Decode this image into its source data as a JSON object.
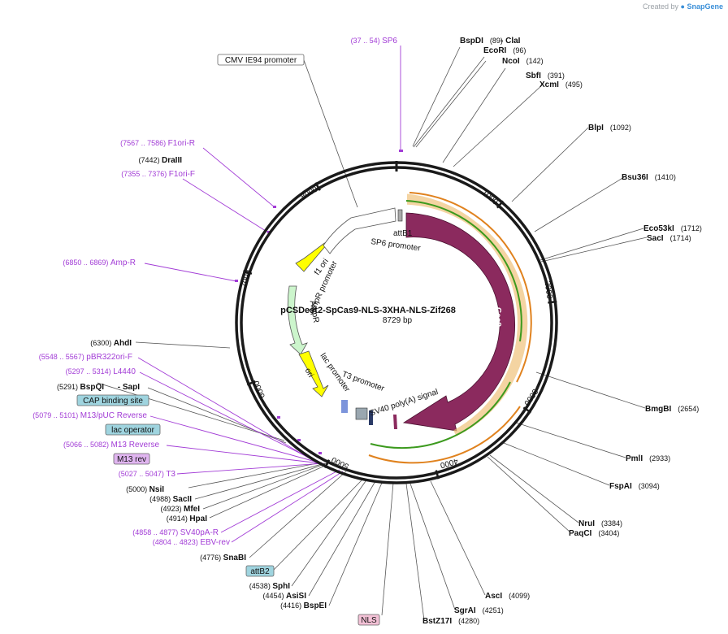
{
  "credit": {
    "prefix": "Created by",
    "brand": "SnapGene"
  },
  "map": {
    "name": "pCSDest2-SpCas9-NLS-3XHA-NLS-Zif268",
    "length": "8729 bp",
    "total_bp": 8729,
    "ticks": [
      "1000",
      "2000",
      "3000",
      "4000",
      "5000",
      "6000",
      "7000",
      "8000"
    ]
  },
  "sites": {
    "right": [
      {
        "name": "BspDI",
        "pos": "(89)",
        "bp": 89
      },
      {
        "name": "- ClaI",
        "pos": "",
        "bp": 89
      },
      {
        "name": "EcoRI",
        "pos": "(96)",
        "bp": 96
      },
      {
        "name": "NcoI",
        "pos": "(142)",
        "bp": 142
      },
      {
        "name": "SbfI",
        "pos": "(391)",
        "bp": 391
      },
      {
        "name": "XcmI",
        "pos": "(495)",
        "bp": 495
      },
      {
        "name": "BlpI",
        "pos": "(1092)",
        "bp": 1092
      },
      {
        "name": "Bsu36I",
        "pos": "(1410)",
        "bp": 1410
      },
      {
        "name": "Eco53kI",
        "pos": "(1712)",
        "bp": 1712
      },
      {
        "name": "SacI",
        "pos": "(1714)",
        "bp": 1714
      },
      {
        "name": "BmgBI",
        "pos": "(2654)",
        "bp": 2654
      },
      {
        "name": "PmlI",
        "pos": "(2933)",
        "bp": 2933
      },
      {
        "name": "FspAI",
        "pos": "(3094)",
        "bp": 3094
      },
      {
        "name": "NruI",
        "pos": "(3384)",
        "bp": 3384
      },
      {
        "name": "PaqCI",
        "pos": "(3404)",
        "bp": 3404
      },
      {
        "name": "AscI",
        "pos": "(4099)",
        "bp": 4099
      },
      {
        "name": "SgrAI",
        "pos": "(4251)",
        "bp": 4251
      },
      {
        "name": "BstZ17I",
        "pos": "(4280)",
        "bp": 4280
      }
    ],
    "left": [
      {
        "name": "DraIII",
        "pos": "(7442)",
        "bp": 7442
      },
      {
        "name": "AhdI",
        "pos": "(6300)",
        "bp": 6300
      },
      {
        "name": "BspQI",
        "pos": "(5291)",
        "bp": 5291
      },
      {
        "name": "- SapI",
        "pos": "",
        "bp": 5291
      },
      {
        "name": "NsiI",
        "pos": "(5000)",
        "bp": 5000
      },
      {
        "name": "SacII",
        "pos": "(4988)",
        "bp": 4988
      },
      {
        "name": "MfeI",
        "pos": "(4923)",
        "bp": 4923
      },
      {
        "name": "HpaI",
        "pos": "(4914)",
        "bp": 4914
      },
      {
        "name": "SnaBI",
        "pos": "(4776)",
        "bp": 4776
      },
      {
        "name": "SphI",
        "pos": "(4538)",
        "bp": 4538
      },
      {
        "name": "AsiSI",
        "pos": "(4454)",
        "bp": 4454
      },
      {
        "name": "BspEI",
        "pos": "(4416)",
        "bp": 4416
      }
    ]
  },
  "primers": [
    {
      "range": "(37 .. 54)",
      "name": "SP6"
    },
    {
      "range": "(7567 .. 7586)",
      "name": "F1ori-R"
    },
    {
      "range": "(7355 .. 7376)",
      "name": "F1ori-F"
    },
    {
      "range": "(6850 .. 6869)",
      "name": "Amp-R"
    },
    {
      "range": "(5548 .. 5567)",
      "name": "pBR322ori-F"
    },
    {
      "range": "(5297 .. 5314)",
      "name": "L4440"
    },
    {
      "range": "(5079 .. 5101)",
      "name": "M13/pUC Reverse"
    },
    {
      "range": "(5066 .. 5082)",
      "name": "M13 Reverse"
    },
    {
      "range": "(5027 .. 5047)",
      "name": "T3"
    },
    {
      "range": "(4858 .. 4877)",
      "name": "SV40pA-R"
    },
    {
      "range": "(4804 .. 4823)",
      "name": "EBV-rev"
    }
  ],
  "boxed": [
    {
      "name": "CMV IE94 promoter",
      "style": "white"
    },
    {
      "name": "CAP binding site",
      "style": "teal"
    },
    {
      "name": "lac operator",
      "style": "teal"
    },
    {
      "name": "M13 rev",
      "style": "violet"
    },
    {
      "name": "attB2",
      "style": "teal"
    },
    {
      "name": "NLS",
      "style": "pink"
    }
  ],
  "features": {
    "attB1": "attB1",
    "sp6_promoter": "SP6 promoter",
    "cas9": "Cas9",
    "f1_ori": "f1 ori",
    "ampr_promoter": "AmpR promoter",
    "ampr": "AmpR",
    "ori": "ori",
    "lac_promoter": "lac promoter",
    "t3_promoter": "T3 promoter",
    "sv40_polya": "SV40 poly(A) signal"
  },
  "colors": {
    "backbone": "#1a1a1a",
    "cas9": "#8b2a5e",
    "f1_ori": "#ffff00",
    "ampr": "#ccf5cc",
    "primer": "#a23cd6",
    "orf_orange": "#e0821e",
    "orf_green": "#3c9a1e",
    "teal_box": "#9fd4df",
    "violet_box": "#e0b5f0",
    "pink_box": "#f3c1d6"
  }
}
